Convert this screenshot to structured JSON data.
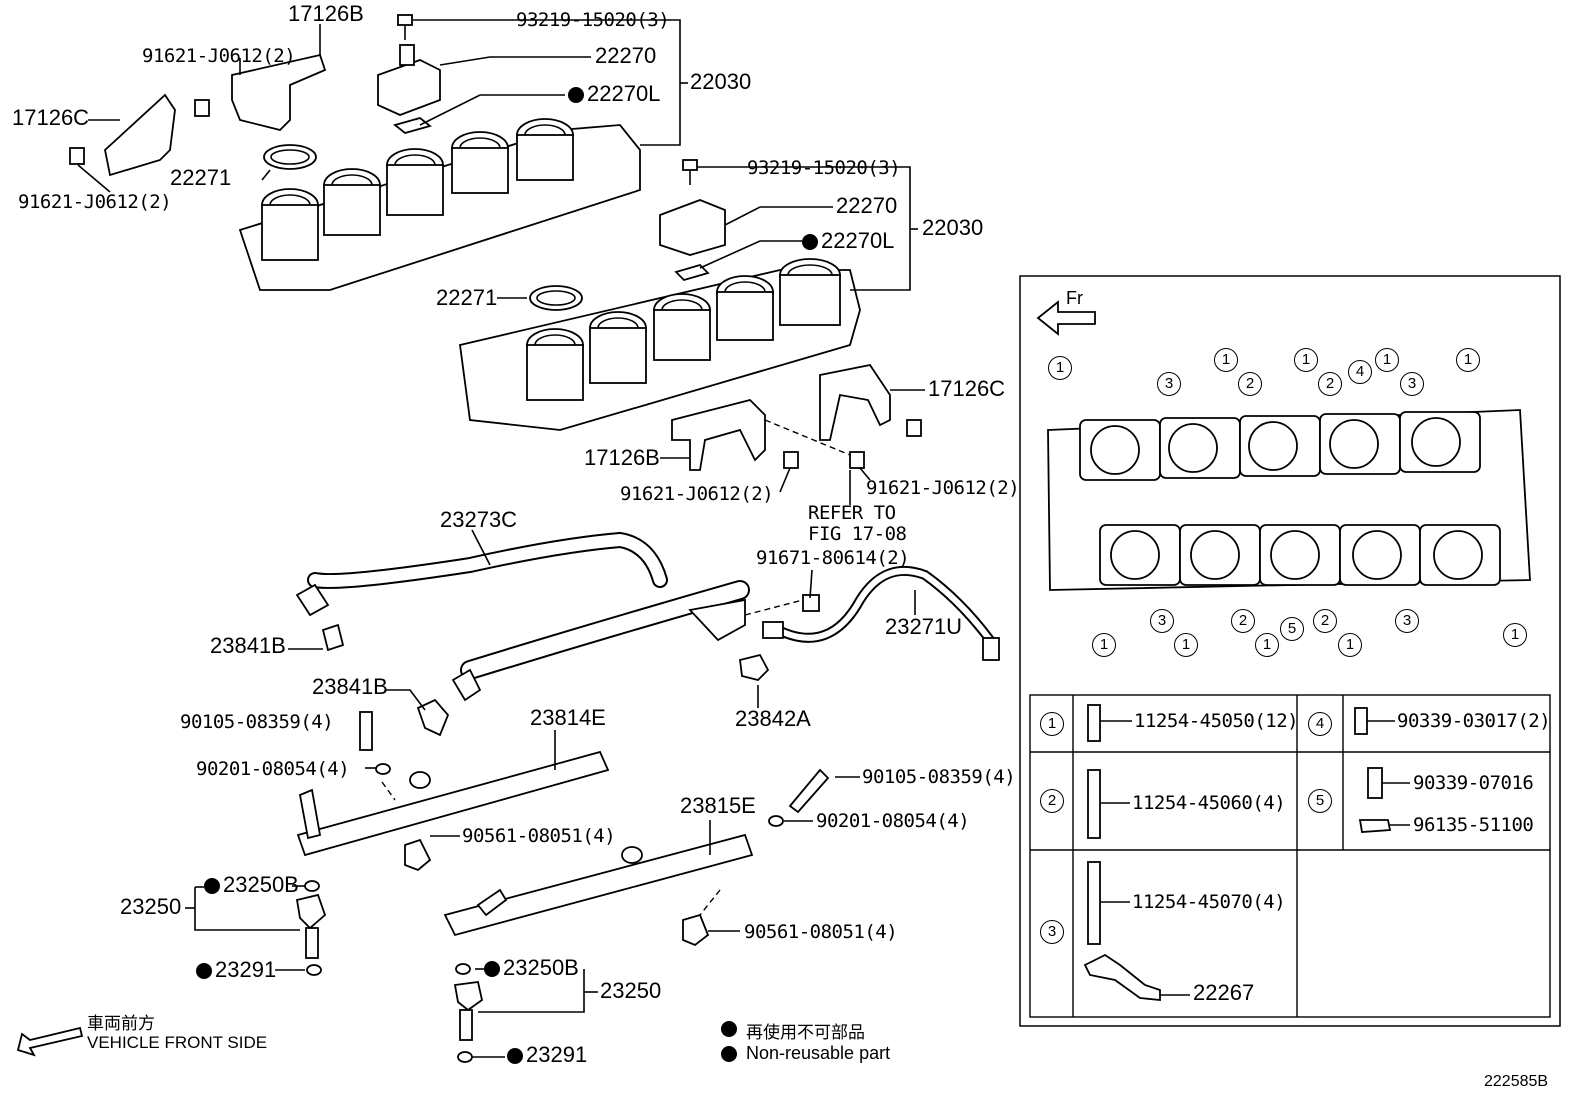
{
  "upper_assembly": {
    "bracket_b": "17126B",
    "bolt_top_left": "91621-J0612(2)",
    "bracket_c": "17126C",
    "bolt_left": "91621-J0612(2)",
    "gasket": "22271",
    "screw": "93219-15020(3)",
    "sensor": "22270",
    "sensor_gasket": "22270L",
    "throttle_body": "22030"
  },
  "lower_assembly": {
    "screw": "93219-15020(3)",
    "sensor": "22270",
    "sensor_gasket": "22270L",
    "throttle_body": "22030",
    "gasket": "22271",
    "bracket_c": "17126C",
    "bracket_b": "17126B",
    "bolt_mid": "91621-J0612(2)",
    "bolt_right": "91621-J0612(2)",
    "refer_line1": "REFER TO",
    "refer_line2": "FIG 17-08"
  },
  "fuel_system": {
    "pipe_c": "23273C",
    "bolt": "91671-80614(2)",
    "pipe_u": "23271U",
    "clamp_b1": "23841B",
    "clamp_b2": "23841B",
    "clamp_a": "23842A",
    "bolt_left": "90105-08359(4)",
    "washer_left": "90201-08054(4)",
    "rail_e": "23814E",
    "insulator_left": "90561-08051(4)",
    "injector_o_ring_left": "23250B",
    "injector_left": "23250",
    "injector_seal_left": "23291",
    "bolt_right": "90105-08359(4)",
    "washer_right": "90201-08054(4)",
    "rail_f": "23815E",
    "insulator_right": "90561-08051(4)",
    "injector_o_ring_right": "23250B",
    "injector_right": "23250",
    "injector_seal_right": "23291"
  },
  "inset": {
    "front_label": "Fr",
    "top_row_numbers": [
      "1",
      "3",
      "1",
      "2",
      "1",
      "2",
      "4",
      "1",
      "3",
      "1"
    ],
    "bottom_row_numbers": [
      "1",
      "3",
      "1",
      "2",
      "1",
      "5",
      "2",
      "1",
      "3",
      "1"
    ]
  },
  "legend": [
    {
      "num": "1",
      "part": "11254-45050(12)"
    },
    {
      "num": "2",
      "part": "11254-45060(4)"
    },
    {
      "num": "3",
      "part": "11254-45070(4)",
      "extra": "22267"
    },
    {
      "num": "4",
      "part": "90339-03017(2)"
    },
    {
      "num": "5",
      "part": "90339-07016",
      "extra": "96135-51100"
    }
  ],
  "footer": {
    "direction_jp": "車両前方",
    "direction_en": "VEHICLE FRONT SIDE",
    "nonreusable_jp": "再使用不可部品",
    "nonreusable_en": "Non-reusable part",
    "figure_id": "222585B"
  }
}
